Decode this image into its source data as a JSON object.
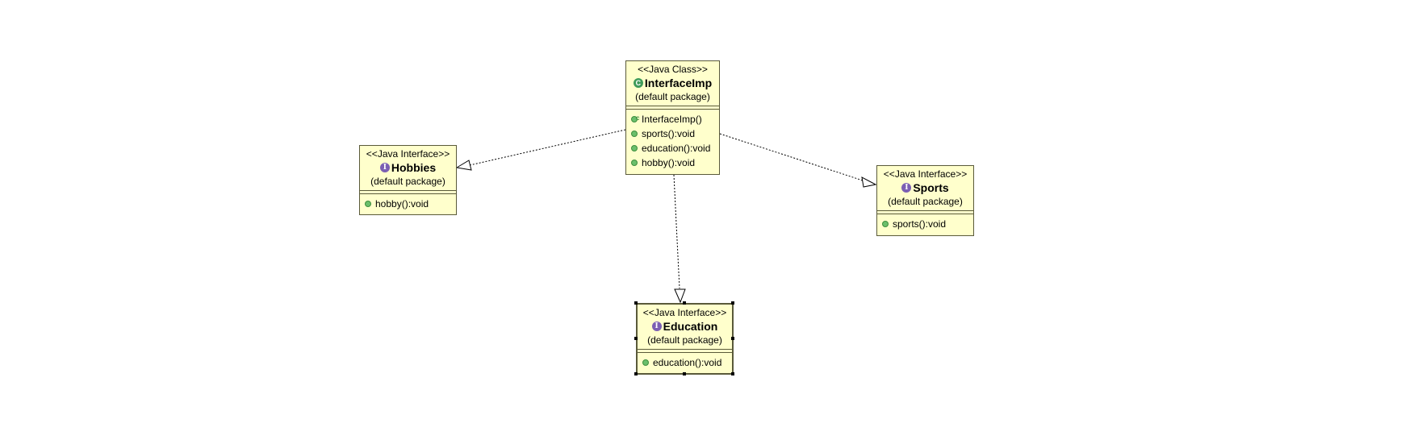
{
  "diagram": {
    "classes": [
      {
        "id": "interface-imp",
        "stereotype": "<<Java Class>>",
        "icon": "class-icon",
        "name": "InterfaceImp",
        "package": "(default package)",
        "operations": [
          "InterfaceImp()",
          "sports():void",
          "education():void",
          "hobby():void"
        ]
      }
    ],
    "interfaces": [
      {
        "id": "hobbies",
        "stereotype": "<<Java Interface>>",
        "icon": "interface-icon",
        "name": "Hobbies",
        "package": "(default package)",
        "operations": [
          "hobby():void"
        ]
      },
      {
        "id": "sports",
        "stereotype": "<<Java Interface>>",
        "icon": "interface-icon",
        "name": "Sports",
        "package": "(default package)",
        "operations": [
          "sports():void"
        ]
      },
      {
        "id": "education",
        "stereotype": "<<Java Interface>>",
        "icon": "interface-icon",
        "name": "Education",
        "package": "(default package)",
        "operations": [
          "education():void"
        ],
        "selected": true
      }
    ],
    "relations": [
      {
        "type": "realization",
        "from": "InterfaceImp",
        "to": "Hobbies"
      },
      {
        "type": "realization",
        "from": "InterfaceImp",
        "to": "Sports"
      },
      {
        "type": "realization",
        "from": "InterfaceImp",
        "to": "Education"
      }
    ],
    "colors": {
      "box_fill": "#ffffcc",
      "box_border": "#5a5a3a",
      "edge": "#000000"
    }
  }
}
